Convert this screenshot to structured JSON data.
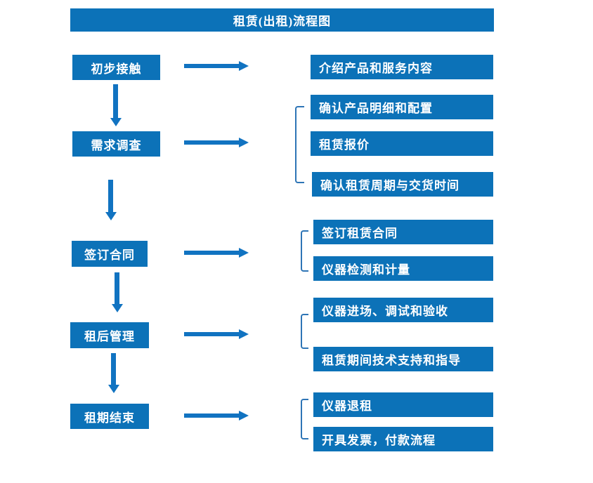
{
  "title": "租赁(出租)流程图",
  "colors": {
    "primary_blue": "#0c72b8",
    "arrow_blue": "#1173c1",
    "bracket_blue": "#2e75b6",
    "text_white": "#ffffff",
    "background": "#ffffff"
  },
  "steps": [
    {
      "label": "初步接触",
      "details": [
        "介绍产品和服务内容"
      ]
    },
    {
      "label": "需求调查",
      "details": [
        "确认产品明细和配置",
        "租赁报价",
        "确认租赁周期与交货时间"
      ]
    },
    {
      "label": "签订合同",
      "details": [
        "签订租赁合同",
        "仪器检测和计量"
      ]
    },
    {
      "label": "租后管理",
      "details": [
        "仪器进场、调试和验收",
        "租赁期间技术支持和指导"
      ]
    },
    {
      "label": "租期结束",
      "details": [
        "仪器退租",
        "开具发票，付款流程"
      ]
    }
  ]
}
